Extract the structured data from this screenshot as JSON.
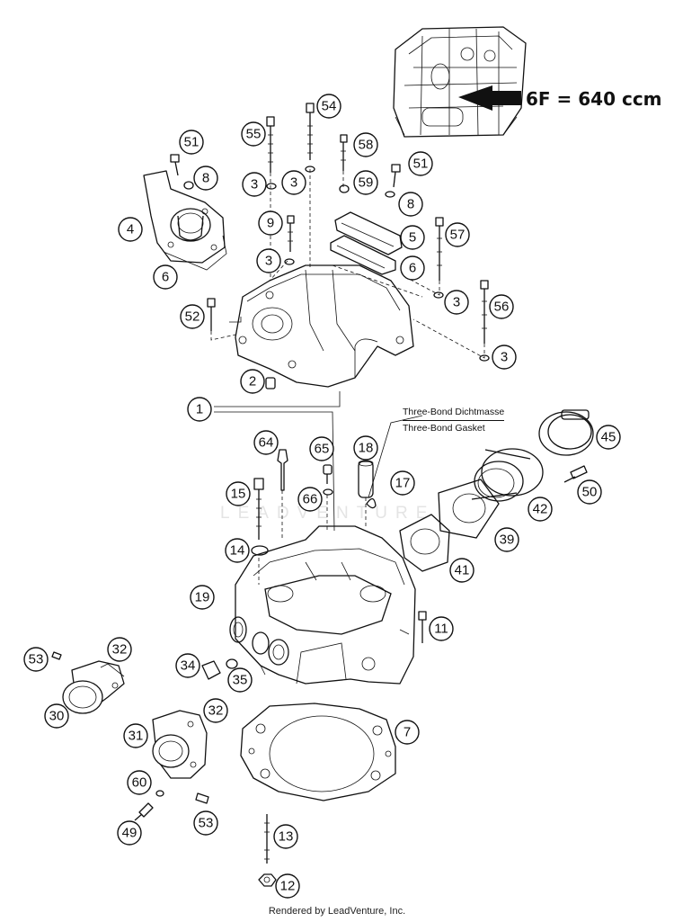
{
  "engine_label": "6F = 640 ccm",
  "gasket_note": {
    "line1": "Three-Bond Dichtmasse",
    "line2": "Three-Bond Gasket"
  },
  "watermark": "LEADVENTURE",
  "footer": "Rendered by LeadVenture, Inc.",
  "callouts": {
    "c1": "1",
    "c2": "2",
    "c3a": "3",
    "c3b": "3",
    "c3c": "3",
    "c3d": "3",
    "c3e": "3",
    "c4": "4",
    "c5": "5",
    "c6a": "6",
    "c6b": "6",
    "c7": "7",
    "c8a": "8",
    "c8b": "8",
    "c9": "9",
    "c11": "11",
    "c12": "12",
    "c13": "13",
    "c14": "14",
    "c15": "15",
    "c17": "17",
    "c18": "18",
    "c19": "19",
    "c30": "30",
    "c31": "31",
    "c32a": "32",
    "c32b": "32",
    "c34": "34",
    "c35": "35",
    "c39": "39",
    "c41": "41",
    "c42": "42",
    "c45": "45",
    "c49": "49",
    "c50": "50",
    "c51a": "51",
    "c51b": "51",
    "c52": "52",
    "c53a": "53",
    "c53b": "53",
    "c54": "54",
    "c55": "55",
    "c56": "56",
    "c57": "57",
    "c58": "58",
    "c59": "59",
    "c60": "60",
    "c64": "64",
    "c65": "65",
    "c66": "66"
  }
}
